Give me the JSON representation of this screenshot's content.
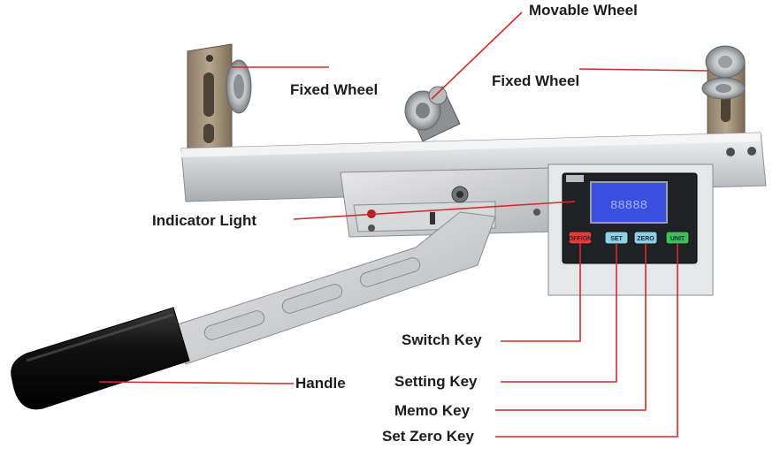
{
  "labels": {
    "movable_wheel": "Movable Wheel",
    "fixed_wheel_left": "Fixed Wheel",
    "fixed_wheel_right": "Fixed Wheel",
    "indicator_light": "Indicator Light",
    "switch_key": "Switch Key",
    "setting_key": "Setting Key",
    "memo_key": "Memo Key",
    "set_zero_key": "Set Zero Key",
    "handle": "Handle"
  },
  "device": {
    "keys": [
      {
        "label": "OFF/ON",
        "color": "#e23b3b"
      },
      {
        "label": "SET",
        "color": "#8fd0e6"
      },
      {
        "label": "ZERO",
        "color": "#8fd0e6"
      },
      {
        "label": "UNIT",
        "color": "#3fbf5a"
      }
    ],
    "lcd_color": "#3a4ee0",
    "leader_color": "#d42a2a"
  }
}
